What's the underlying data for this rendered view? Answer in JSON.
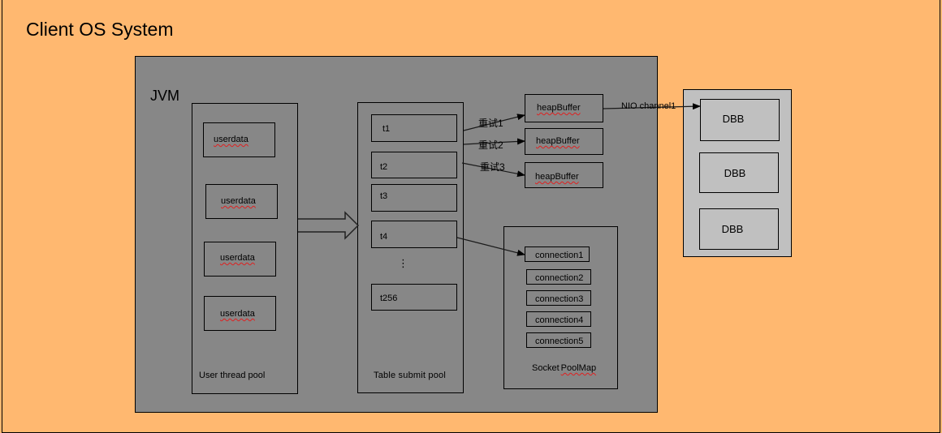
{
  "os": {
    "title": "Client OS System"
  },
  "jvm": {
    "title": "JVM"
  },
  "user_pool": {
    "label": "User thread pool",
    "items": [
      "userdata",
      "userdata",
      "userdata",
      "userdata"
    ]
  },
  "table_pool": {
    "label": "Table submit pool",
    "items": [
      "t1",
      "t2",
      "t3",
      "t4",
      "t256"
    ],
    "ellipsis": "⋮"
  },
  "buffers": {
    "items": [
      "heapBuffer",
      "heapBuffer",
      "heapBuffer"
    ],
    "retries": [
      "重试1",
      "重试2",
      "重试3"
    ]
  },
  "socket_pool": {
    "label": "SocketPoolMap",
    "label_parts": [
      "Socket",
      "PoolMap"
    ],
    "items": [
      "connection1",
      "connection2",
      "connection3",
      "connection4",
      "connection5"
    ]
  },
  "channel": {
    "label": "NIO channel1"
  },
  "dbb": {
    "items": [
      "DBB",
      "DBB",
      "DBB"
    ]
  },
  "colors": {
    "background": "#ffb870",
    "jvm_fill": "#878787",
    "dbb_fill": "#c0c0c0",
    "spellcheck": "#e02020"
  }
}
